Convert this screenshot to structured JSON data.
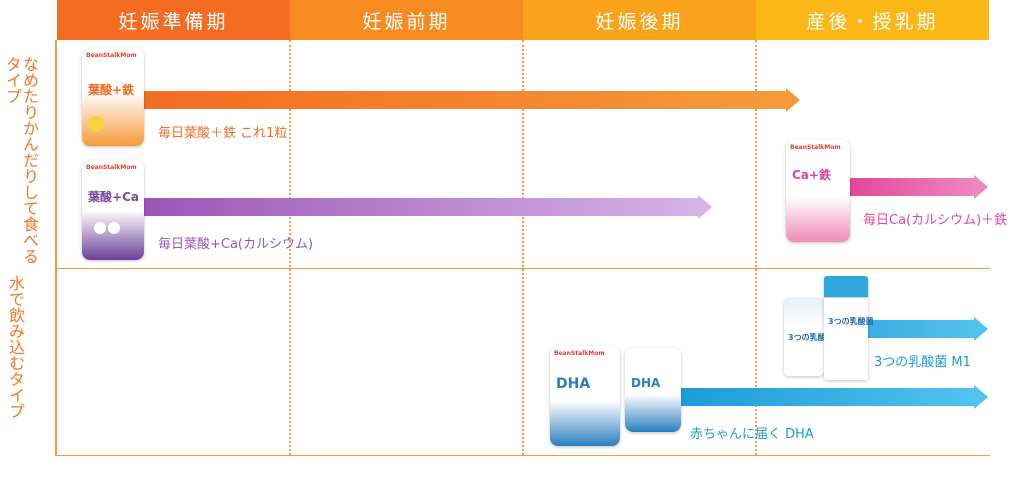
{
  "phases": [
    "妊娠準備期",
    "妊娠前期",
    "妊娠後期",
    "産後・授乳期"
  ],
  "categories": {
    "chewable": "なめたりかんだりして食べるタイプ",
    "water": "水で飲み込むタイプ"
  },
  "products": {
    "folic_iron": {
      "caption": "毎日葉酸＋鉄 これ1粒",
      "package_label": "葉酸",
      "package_sublabel": "鉄",
      "brand": "BeanStalkMom"
    },
    "folic_ca": {
      "caption": "毎日葉酸+Ca(カルシウム)",
      "package_label": "葉酸",
      "package_sublabel": "Ca",
      "brand": "BeanStalkMom"
    },
    "ca_iron": {
      "caption": "毎日Ca(カルシウム)＋鉄",
      "package_label": "Ca",
      "package_sublabel": "鉄",
      "brand": "BeanStalkMom"
    },
    "lactic_m1": {
      "caption": "3つの乳酸菌 M1",
      "package_label": "3つの乳酸菌"
    },
    "dha": {
      "caption": "赤ちゃんに届く DHA",
      "package_label": "DHA",
      "brand": "BeanStalkMom"
    }
  },
  "colors": {
    "phase1": "#f36c21",
    "phase2": "#f78a20",
    "phase3": "#f9a21a",
    "phase4": "#fbb715",
    "orange": "#f36c21",
    "purple": "#9b55b8",
    "pink": "#e0479a",
    "blue": "#1b9bd8"
  }
}
